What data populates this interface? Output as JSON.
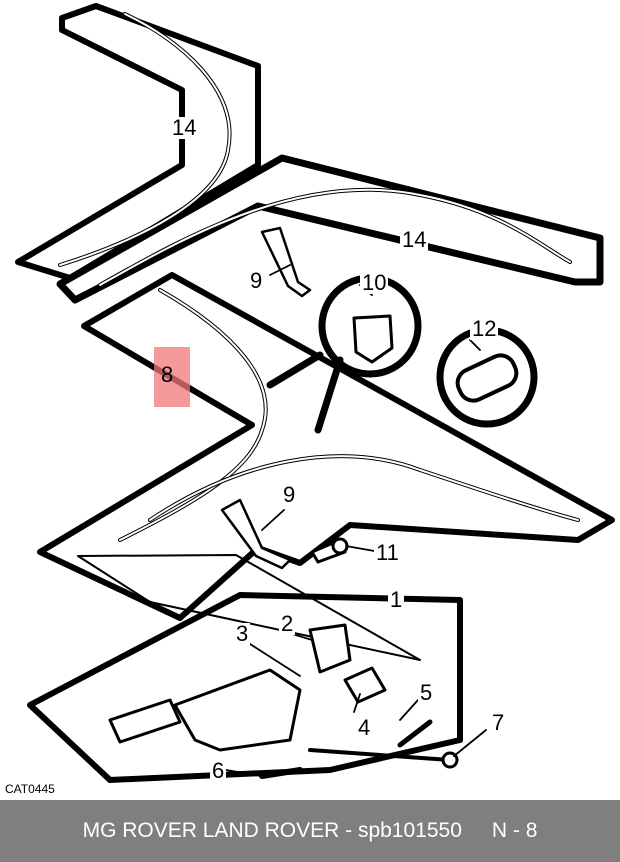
{
  "diagram": {
    "callouts": {
      "c14a": "14",
      "c14b": "14",
      "c9a": "9",
      "c10": "10",
      "c12": "12",
      "c8": "8",
      "c9b": "9",
      "c11": "11",
      "c1": "1",
      "c2": "2",
      "c3": "3",
      "c5": "5",
      "c4": "4",
      "c7": "7",
      "c6": "6"
    },
    "catalog_code": "CAT0445"
  },
  "footer": {
    "title": "MG ROVER LAND ROVER - spb101550",
    "section": "N - 8"
  }
}
